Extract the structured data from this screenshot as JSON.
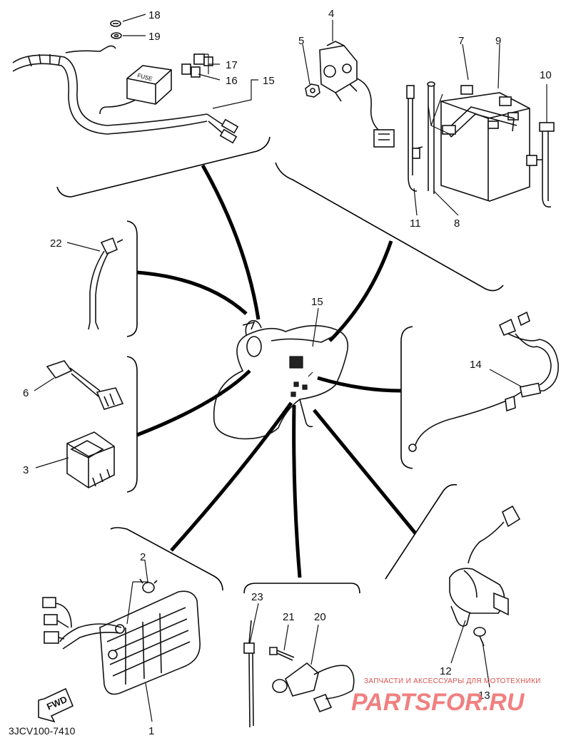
{
  "drawing_code": "3JCV100-7410",
  "fwd_label": "FWD",
  "watermark": {
    "caption": "ЗАПЧАСТИ И АКСЕССУАРЫ ДЛЯ МОТОТЕХНИКИ",
    "brand": "PARTSFOR.RU"
  },
  "callouts": {
    "c1": "1",
    "c2": "2",
    "c3": "3",
    "c4": "4",
    "c5": "5",
    "c6": "6",
    "c7": "7",
    "c8": "8",
    "c9": "9",
    "c10": "10",
    "c11": "11",
    "c12": "12",
    "c13": "13",
    "c14": "14",
    "c15a": "15",
    "c15b": "15",
    "c16": "16",
    "c17": "17",
    "c18": "18",
    "c19": "19",
    "c20": "20",
    "c21": "21",
    "c22": "22",
    "c23": "23"
  }
}
